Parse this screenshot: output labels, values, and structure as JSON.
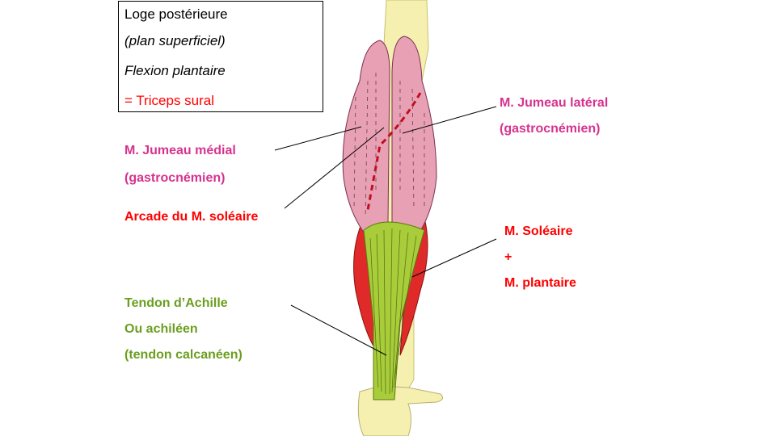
{
  "title_box": {
    "line1": "Loge postérieure",
    "line2": "(plan superficiel)",
    "line3": "Flexion plantaire",
    "line4": "= Triceps sural"
  },
  "labels": {
    "jumeau_medial_1": "M. Jumeau médial",
    "jumeau_medial_2": "(gastrocnémien)",
    "jumeau_lateral_1": "M. Jumeau latéral",
    "jumeau_lateral_2": "(gastrocnémien)",
    "arcade": "Arcade du M. soléaire",
    "soleaire_1": "M. Soléaire",
    "soleaire_2": "+",
    "soleaire_3": "M. plantaire",
    "tendon_1": "Tendon d’Achille",
    "tendon_2": "Ou achiléen",
    "tendon_3": "(tendon calcanéen)"
  },
  "colors": {
    "gastrocnemius": "#e8a0b4",
    "soleus": "#e02a2a",
    "tendon": "#a8cc3a",
    "bone": "#f5f0b0",
    "label_pink": "#d6338f",
    "label_red": "#ff0000",
    "label_green": "#6b9e1f"
  }
}
